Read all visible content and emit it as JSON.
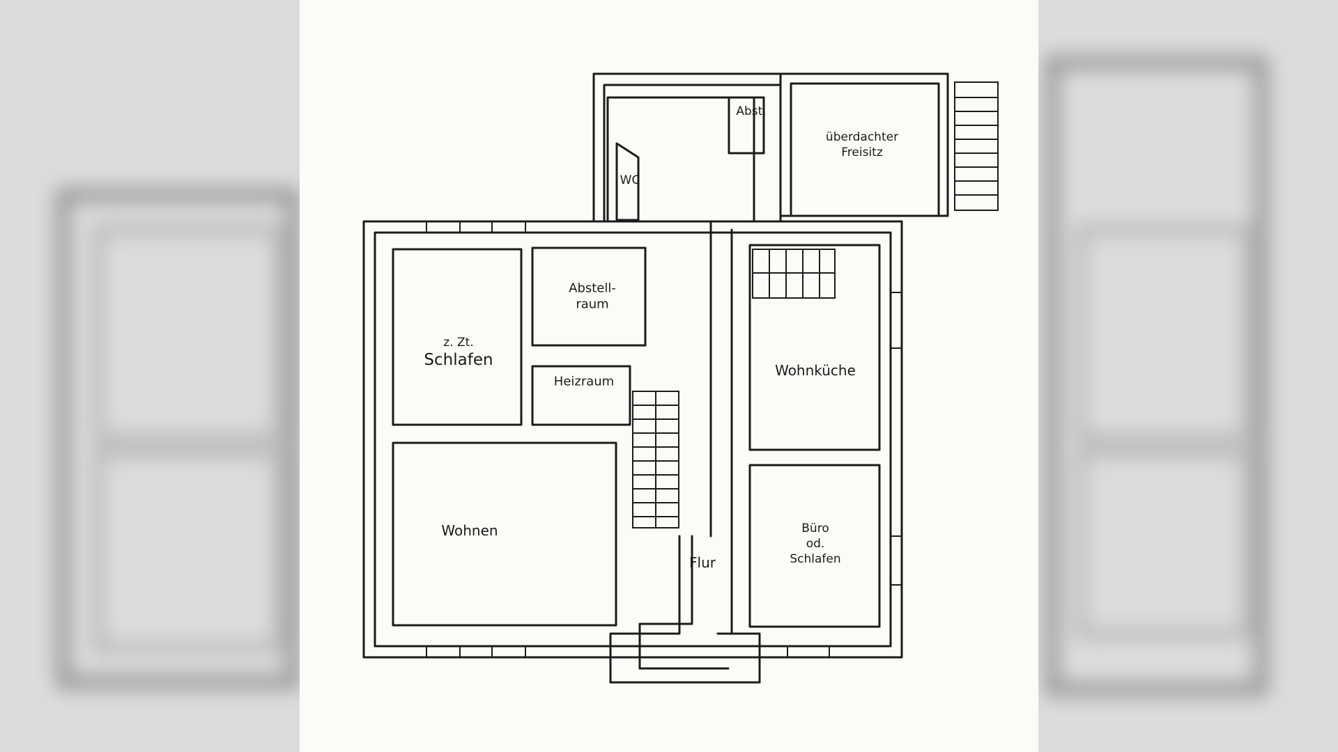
{
  "floorplan": {
    "rooms": {
      "wc": "WC",
      "abst": "Abst.",
      "freisitz": "überdachter\nFreisitz",
      "schlafen_zzt_line1": "z. Zt.",
      "schlafen_zzt_line2": "Schlafen",
      "abstellraum": "Abstell-\nraum",
      "heizraum": "Heizraum",
      "wohnkueche": "Wohnküche",
      "wohnen": "Wohnen",
      "flur": "Flur",
      "buero": "Büro\nod.\nSchlafen"
    }
  }
}
